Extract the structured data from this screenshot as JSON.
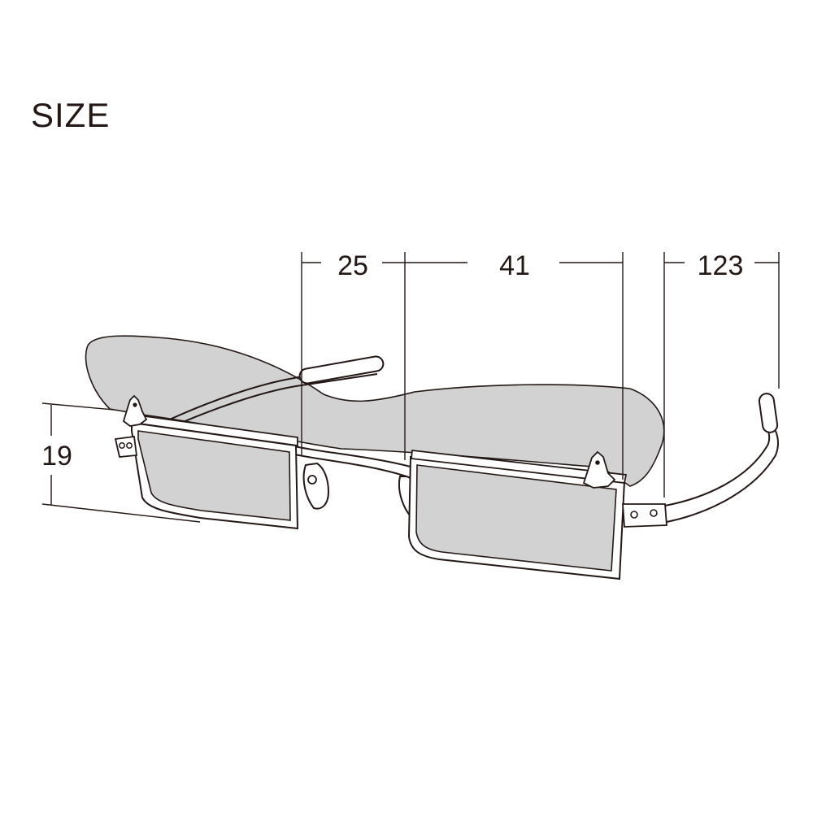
{
  "title": "SIZE",
  "dimensions": {
    "bridge_width": "25",
    "lens_width": "41",
    "temple_length": "123",
    "lens_height": "19"
  },
  "colors": {
    "line": "#231815",
    "tint": "#d2d2d2",
    "tint_stroke": "#231815",
    "background": "#ffffff"
  }
}
